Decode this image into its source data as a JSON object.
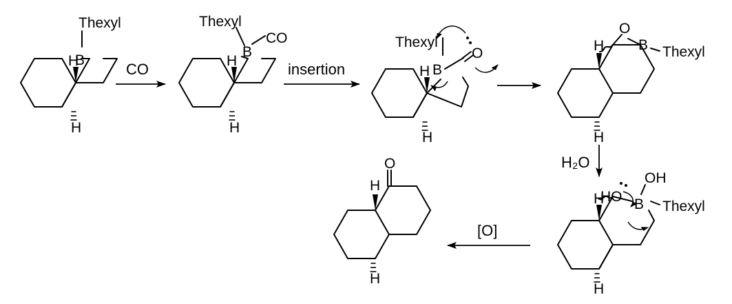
{
  "scheme": {
    "reagents": {
      "co": "CO",
      "insertion": "insertion",
      "water": "H₂O",
      "oxidation": "[O]"
    },
    "atoms": {
      "thexyl": "Thexyl",
      "boron": "B",
      "carbonyl_group": "CO",
      "oxygen": "O",
      "hydrogen": "H",
      "hydroxy_left": "HO",
      "hydroxy_right": "OH"
    }
  }
}
